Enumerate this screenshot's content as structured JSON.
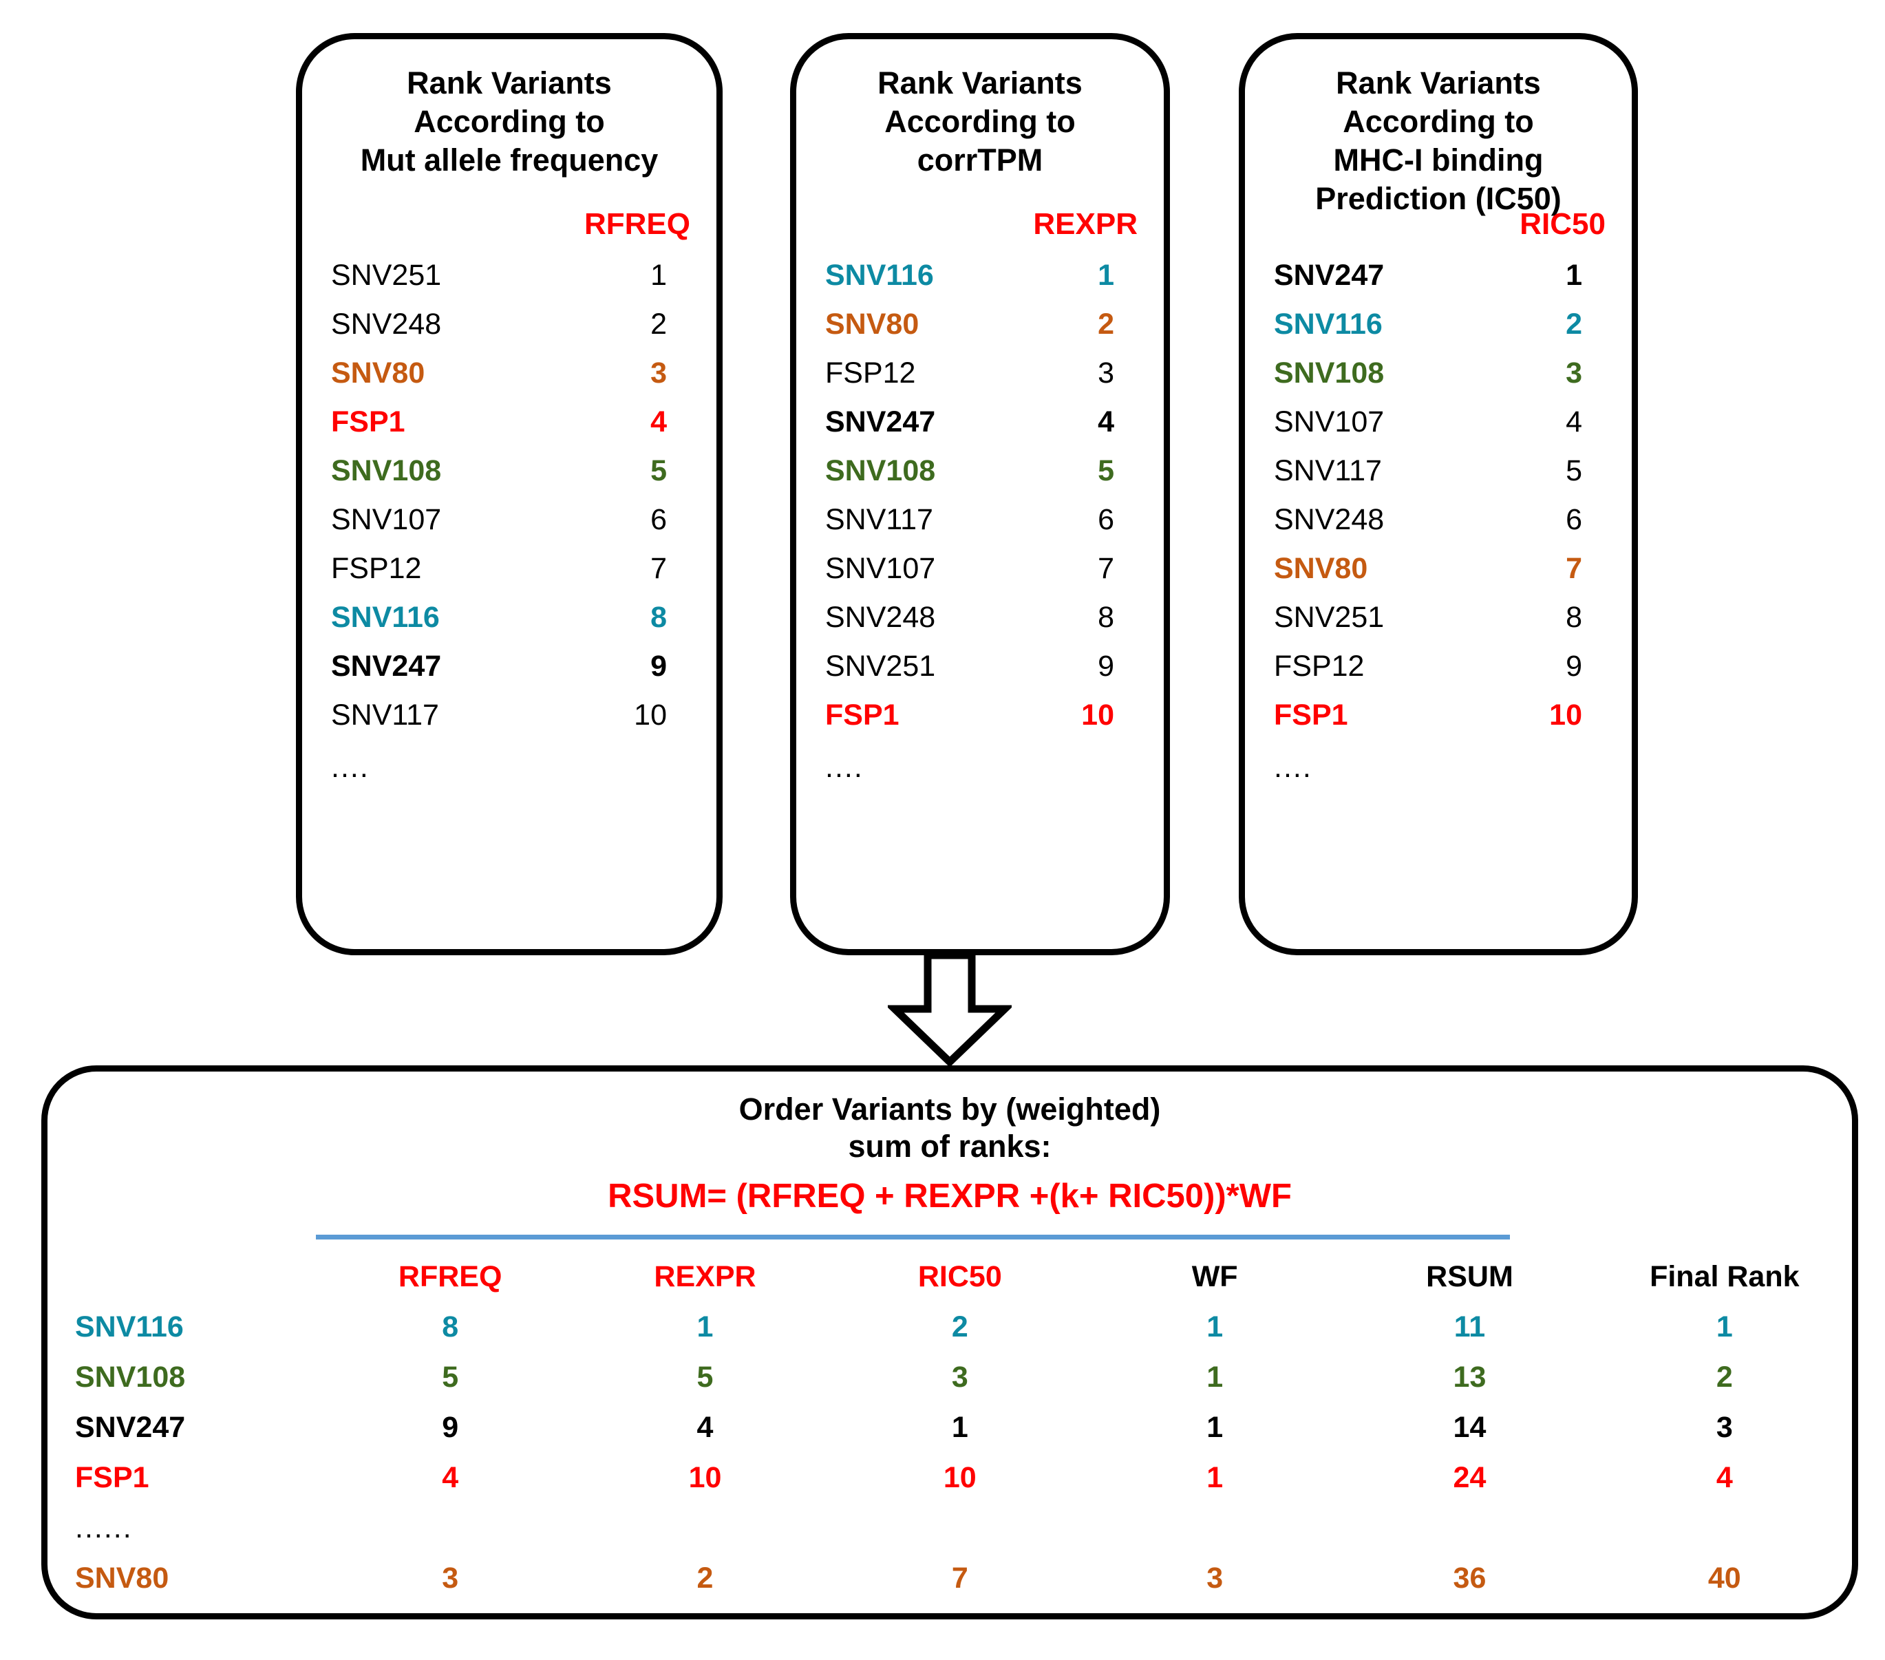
{
  "colors": {
    "red": "#ff0000",
    "teal": "#0d8aa3",
    "green": "#3e6b1f",
    "orange": "#c55a11",
    "black": "#000000",
    "rule_blue": "#5b9bd5"
  },
  "rank_boxes": [
    {
      "id": "rfreq",
      "title_lines": [
        "Rank Variants",
        "According to",
        "Mut allele frequency"
      ],
      "column_header": "RFREQ",
      "rows": [
        {
          "name": "SNV251",
          "rank": "1",
          "color": "black"
        },
        {
          "name": "SNV248",
          "rank": "2",
          "color": "black"
        },
        {
          "name": "SNV80",
          "rank": "3",
          "color": "orange"
        },
        {
          "name": "FSP1",
          "rank": "4",
          "color": "red"
        },
        {
          "name": "SNV108",
          "rank": "5",
          "color": "green"
        },
        {
          "name": "SNV107",
          "rank": "6",
          "color": "black"
        },
        {
          "name": "FSP12",
          "rank": "7",
          "color": "black"
        },
        {
          "name": "SNV116",
          "rank": "8",
          "color": "teal"
        },
        {
          "name": "SNV247",
          "rank": "9",
          "color": "black-bold"
        },
        {
          "name": "SNV117",
          "rank": "10",
          "color": "black"
        }
      ],
      "ellipsis": "...."
    },
    {
      "id": "rexpr",
      "title_lines": [
        "Rank Variants",
        "According to",
        "corrTPM"
      ],
      "column_header": "REXPR",
      "rows": [
        {
          "name": "SNV116",
          "rank": "1",
          "color": "teal"
        },
        {
          "name": "SNV80",
          "rank": "2",
          "color": "orange"
        },
        {
          "name": "FSP12",
          "rank": "3",
          "color": "black"
        },
        {
          "name": "SNV247",
          "rank": "4",
          "color": "black-bold"
        },
        {
          "name": "SNV108",
          "rank": "5",
          "color": "green"
        },
        {
          "name": "SNV117",
          "rank": "6",
          "color": "black"
        },
        {
          "name": "SNV107",
          "rank": "7",
          "color": "black"
        },
        {
          "name": "SNV248",
          "rank": "8",
          "color": "black"
        },
        {
          "name": "SNV251",
          "rank": "9",
          "color": "black"
        },
        {
          "name": "FSP1",
          "rank": "10",
          "color": "red"
        }
      ],
      "ellipsis": "...."
    },
    {
      "id": "ric50",
      "title_lines": [
        "Rank Variants",
        "According to",
        "MHC-I binding",
        "Prediction (IC50)"
      ],
      "column_header": "RIC50",
      "rows": [
        {
          "name": "SNV247",
          "rank": "1",
          "color": "black-bold"
        },
        {
          "name": "SNV116",
          "rank": "2",
          "color": "teal"
        },
        {
          "name": "SNV108",
          "rank": "3",
          "color": "green"
        },
        {
          "name": "SNV107",
          "rank": "4",
          "color": "black"
        },
        {
          "name": "SNV117",
          "rank": "5",
          "color": "black"
        },
        {
          "name": "SNV248",
          "rank": "6",
          "color": "black"
        },
        {
          "name": "SNV80",
          "rank": "7",
          "color": "orange"
        },
        {
          "name": "SNV251",
          "rank": "8",
          "color": "black"
        },
        {
          "name": "FSP12",
          "rank": "9",
          "color": "black"
        },
        {
          "name": "FSP1",
          "rank": "10",
          "color": "red"
        }
      ],
      "ellipsis": "...."
    }
  ],
  "arrow": {
    "direction": "down",
    "style": "hollow-block"
  },
  "summary": {
    "title_lines": [
      "Order Variants by (weighted)",
      "sum of ranks:"
    ],
    "formula": "RSUM= (RFREQ + REXPR +(k+ RIC50))*WF",
    "columns": [
      {
        "label": "",
        "color": "black"
      },
      {
        "label": "RFREQ",
        "color": "red"
      },
      {
        "label": "REXPR",
        "color": "red"
      },
      {
        "label": "RIC50",
        "color": "red"
      },
      {
        "label": "WF",
        "color": "black"
      },
      {
        "label": "RSUM",
        "color": "black"
      },
      {
        "label": "Final Rank",
        "color": "black"
      }
    ],
    "rows": [
      {
        "name": "SNV116",
        "rfreq": "8",
        "rexpr": "1",
        "ric50": "2",
        "wf": "1",
        "rsum": "11",
        "final_rank": "1",
        "color": "teal"
      },
      {
        "name": "SNV108",
        "rfreq": "5",
        "rexpr": "5",
        "ric50": "3",
        "wf": "1",
        "rsum": "13",
        "final_rank": "2",
        "color": "green"
      },
      {
        "name": "SNV247",
        "rfreq": "9",
        "rexpr": "4",
        "ric50": "1",
        "wf": "1",
        "rsum": "14",
        "final_rank": "3",
        "color": "black-bold"
      },
      {
        "name": "FSP1",
        "rfreq": "4",
        "rexpr": "10",
        "ric50": "10",
        "wf": "1",
        "rsum": "24",
        "final_rank": "4",
        "color": "red"
      },
      {
        "name": "......",
        "rfreq": "",
        "rexpr": "",
        "ric50": "",
        "wf": "",
        "rsum": "",
        "final_rank": "",
        "color": "black",
        "is_ellipsis": true
      },
      {
        "name": "SNV80",
        "rfreq": "3",
        "rexpr": "2",
        "ric50": "7",
        "wf": "3",
        "rsum": "36",
        "final_rank": "40",
        "color": "orange"
      }
    ]
  }
}
